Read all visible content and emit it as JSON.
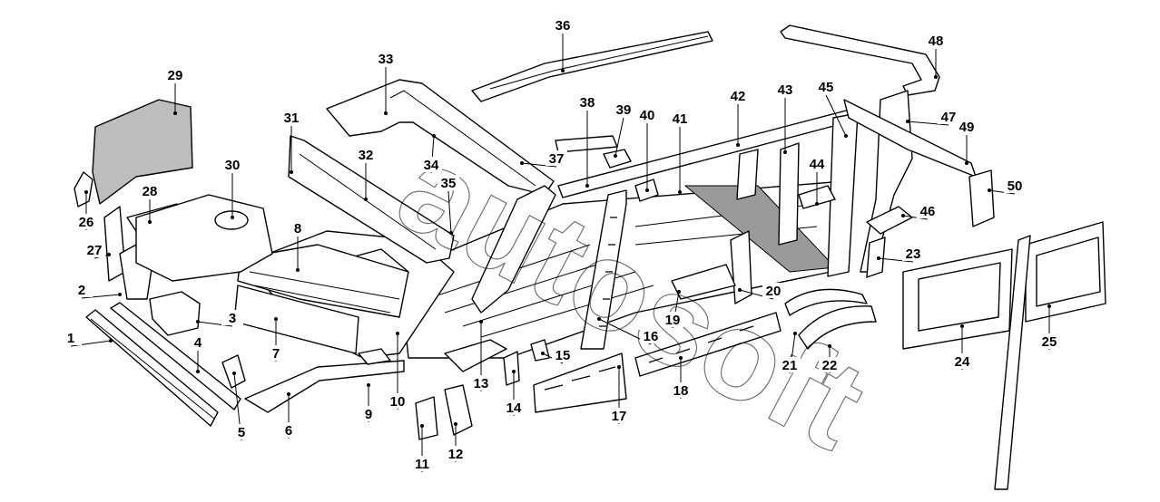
{
  "diagram": {
    "style": {
      "line_color": "#000000",
      "fill_light": "#ffffff",
      "fill_shade": "#d9d9d9",
      "watermark_color": "#000000"
    },
    "watermark_text": "autosoft",
    "callouts": [
      {
        "label": "1"
      },
      {
        "label": "2"
      },
      {
        "label": "3"
      },
      {
        "label": "4"
      },
      {
        "label": "5"
      },
      {
        "label": "6"
      },
      {
        "label": "7"
      },
      {
        "label": "8"
      },
      {
        "label": "9"
      },
      {
        "label": "10"
      },
      {
        "label": "11"
      },
      {
        "label": "12"
      },
      {
        "label": "13"
      },
      {
        "label": "14"
      },
      {
        "label": "15"
      },
      {
        "label": "16"
      },
      {
        "label": "17"
      },
      {
        "label": "18"
      },
      {
        "label": "19"
      },
      {
        "label": "20"
      },
      {
        "label": "21"
      },
      {
        "label": "22"
      },
      {
        "label": "23"
      },
      {
        "label": "24"
      },
      {
        "label": "25"
      },
      {
        "label": "26"
      },
      {
        "label": "27"
      },
      {
        "label": "28"
      },
      {
        "label": "29"
      },
      {
        "label": "30"
      },
      {
        "label": "31"
      },
      {
        "label": "32"
      },
      {
        "label": "33"
      },
      {
        "label": "34"
      },
      {
        "label": "35"
      },
      {
        "label": "36"
      },
      {
        "label": "37"
      },
      {
        "label": "38"
      },
      {
        "label": "39"
      },
      {
        "label": "40"
      },
      {
        "label": "41"
      },
      {
        "label": "42"
      },
      {
        "label": "43"
      },
      {
        "label": "44"
      },
      {
        "label": "45"
      },
      {
        "label": "46"
      },
      {
        "label": "47"
      },
      {
        "label": "48"
      },
      {
        "label": "49"
      },
      {
        "label": "50"
      }
    ]
  }
}
